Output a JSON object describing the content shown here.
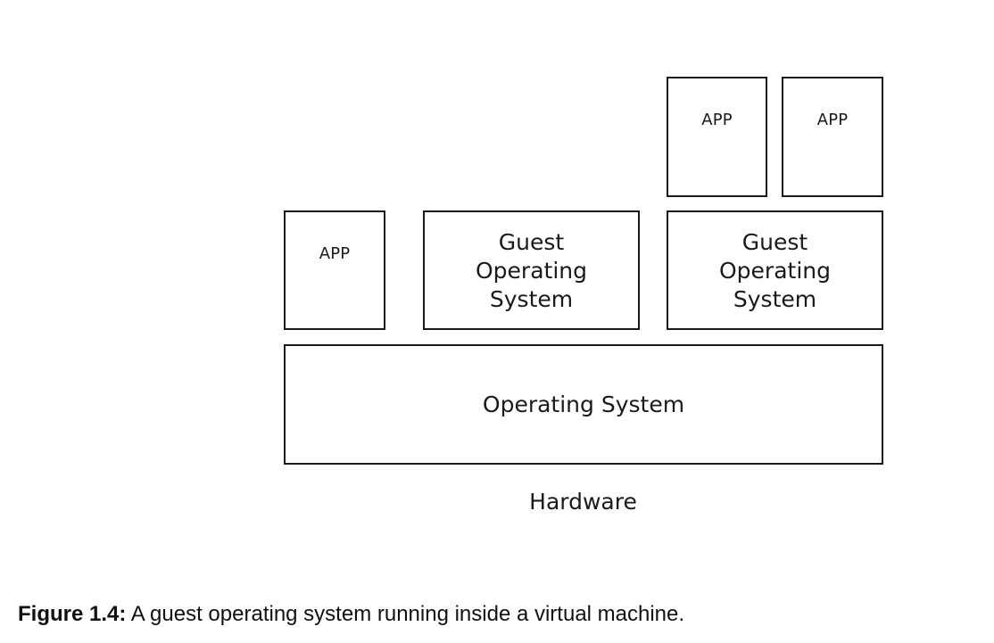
{
  "diagram": {
    "app_left": "APP",
    "guest_os_1": [
      "Guest",
      "Operating",
      "System"
    ],
    "guest_os_2": [
      "Guest",
      "Operating",
      "System"
    ],
    "app_top_1": "APP",
    "app_top_2": "APP",
    "host_os": "Operating System",
    "hardware": "Hardware"
  },
  "caption": {
    "label": "Figure 1.4:",
    "text": "A guest operating system running inside a virtual machine."
  }
}
